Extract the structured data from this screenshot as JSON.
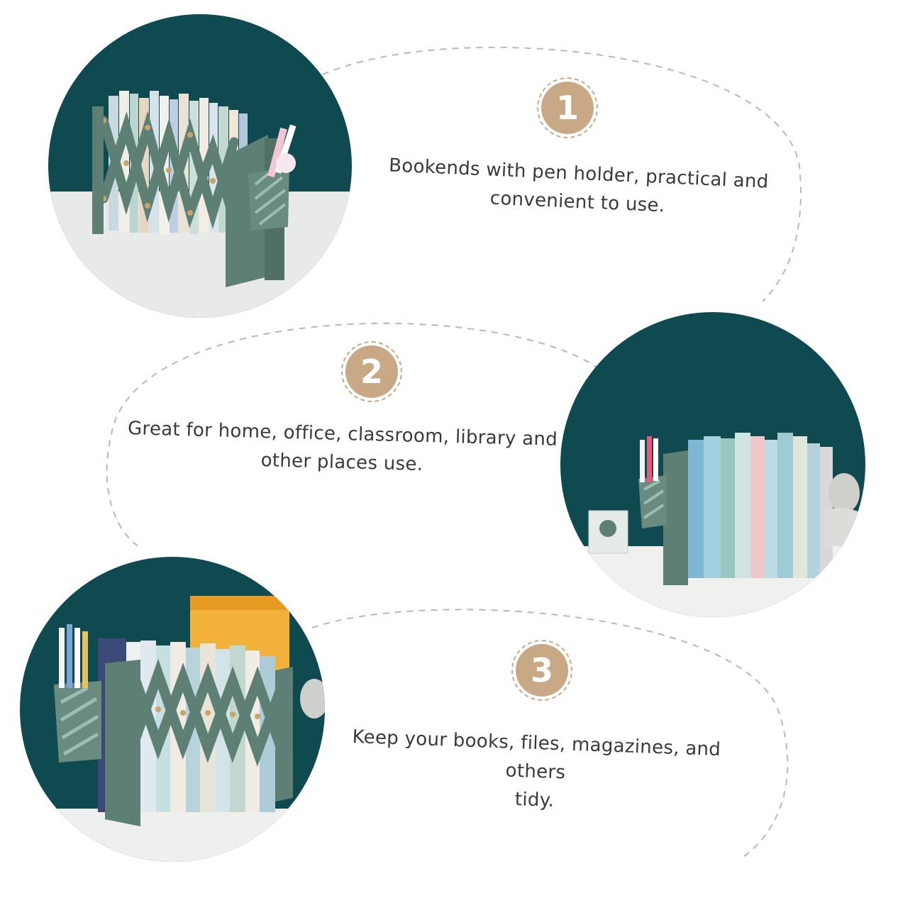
{
  "steps": [
    {
      "number": "1",
      "text_line1": "Bookends with pen holder, practical and",
      "text_line2": "convenient to use."
    },
    {
      "number": "2",
      "text_line1": "Great for home, office, classroom, library and",
      "text_line2": "other places use."
    },
    {
      "number": "3",
      "text_line1": "Keep your books, files, magazines, and others",
      "text_line2": "tidy."
    }
  ],
  "colors": {
    "background": "#ffffff",
    "photo_backdrop": "#0f4a50",
    "bookend_green": "#5d7f74",
    "badge": "#c9a985",
    "dashed_line": "#b8b8b8",
    "text": "#3a3a3a"
  },
  "photos": [
    {
      "name": "expandable-bookend-photo"
    },
    {
      "name": "bookend-shelf-photo"
    },
    {
      "name": "bookend-desk-photo"
    }
  ]
}
